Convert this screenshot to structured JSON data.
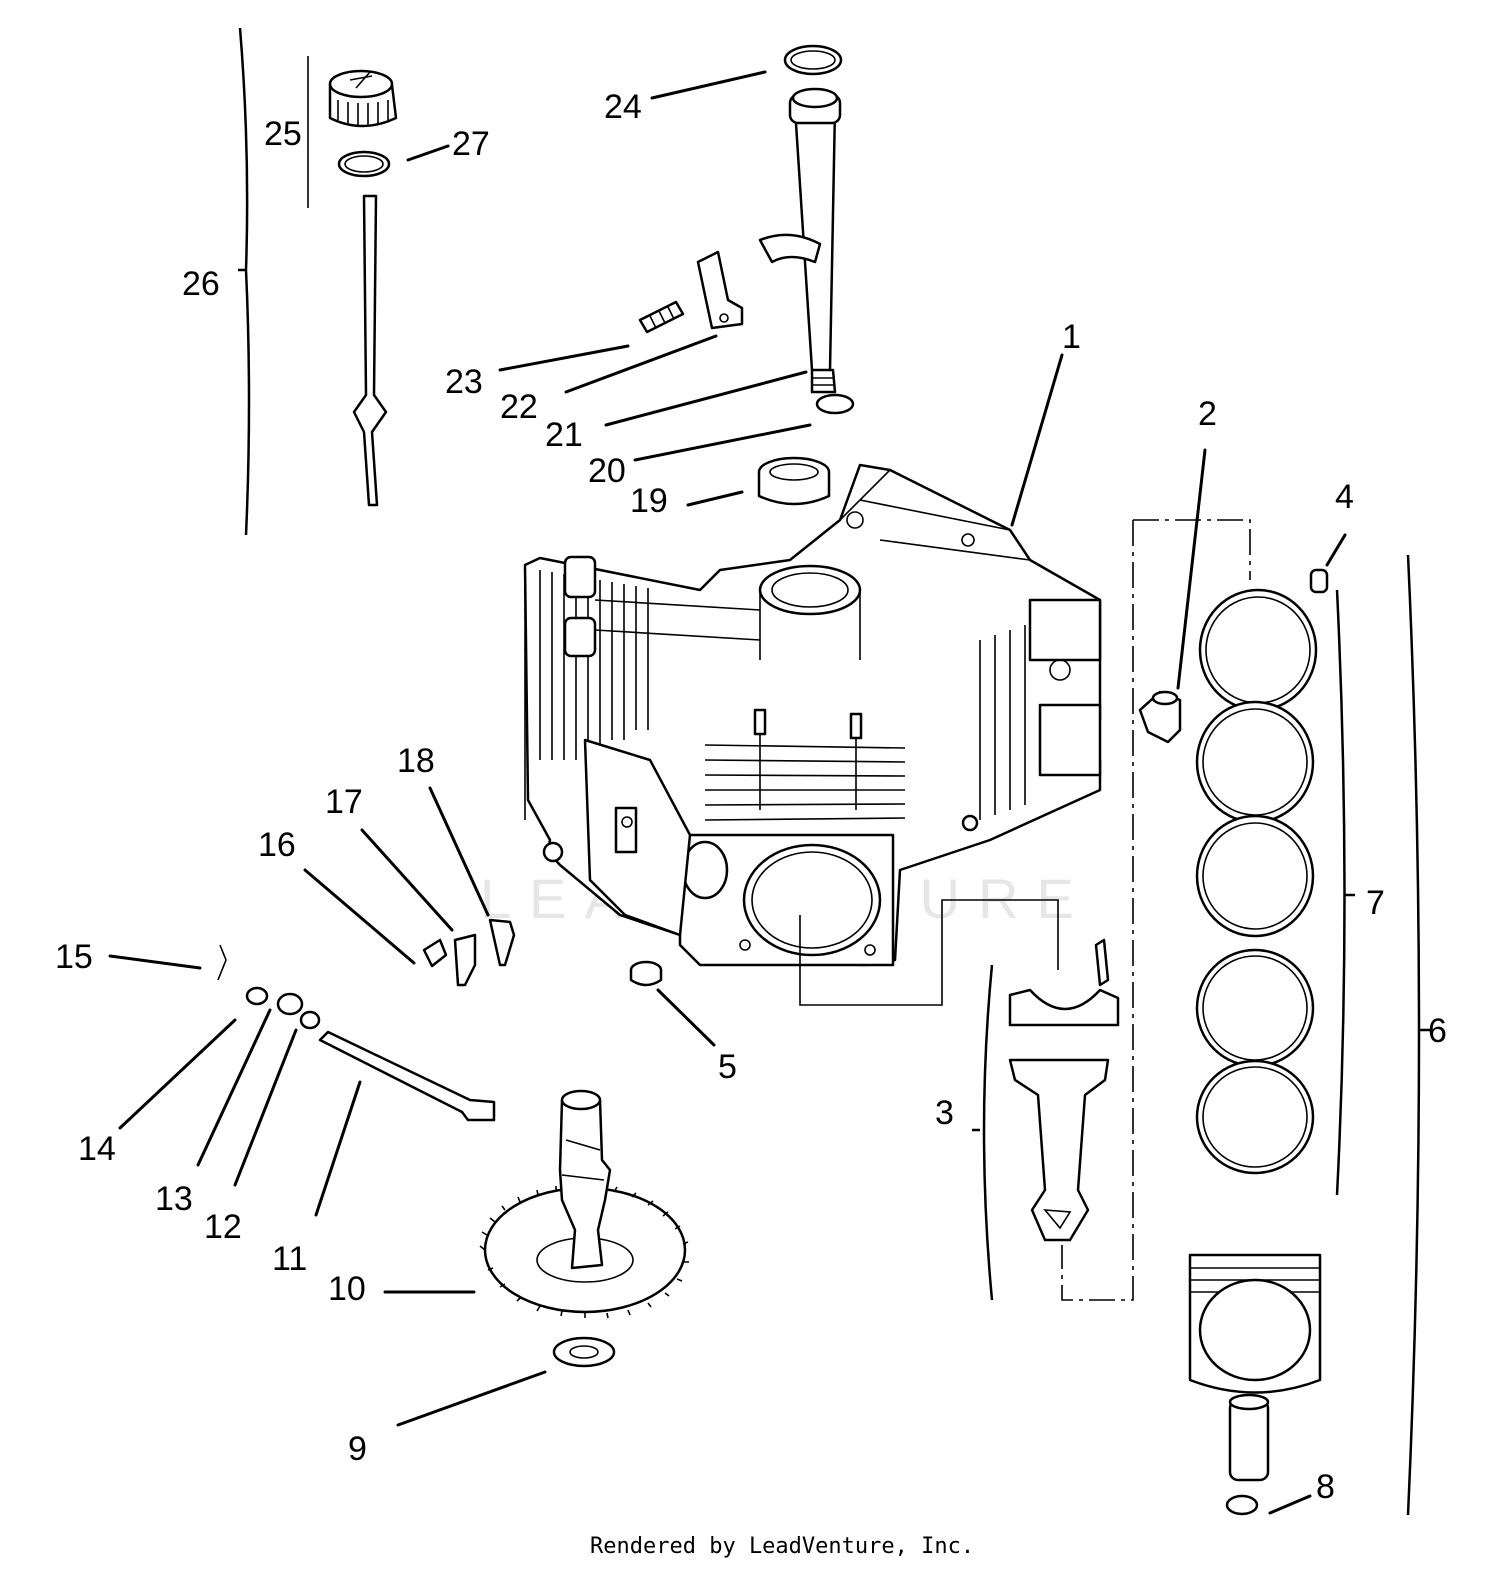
{
  "diagram": {
    "watermark": "LEADVENTURE",
    "credit": "Rendered by LeadVenture, Inc.",
    "callouts": [
      "1",
      "2",
      "3",
      "4",
      "5",
      "6",
      "7",
      "8",
      "9",
      "10",
      "11",
      "12",
      "13",
      "14",
      "15",
      "16",
      "17",
      "18",
      "19",
      "20",
      "21",
      "22",
      "23",
      "24",
      "25",
      "26",
      "27"
    ]
  }
}
